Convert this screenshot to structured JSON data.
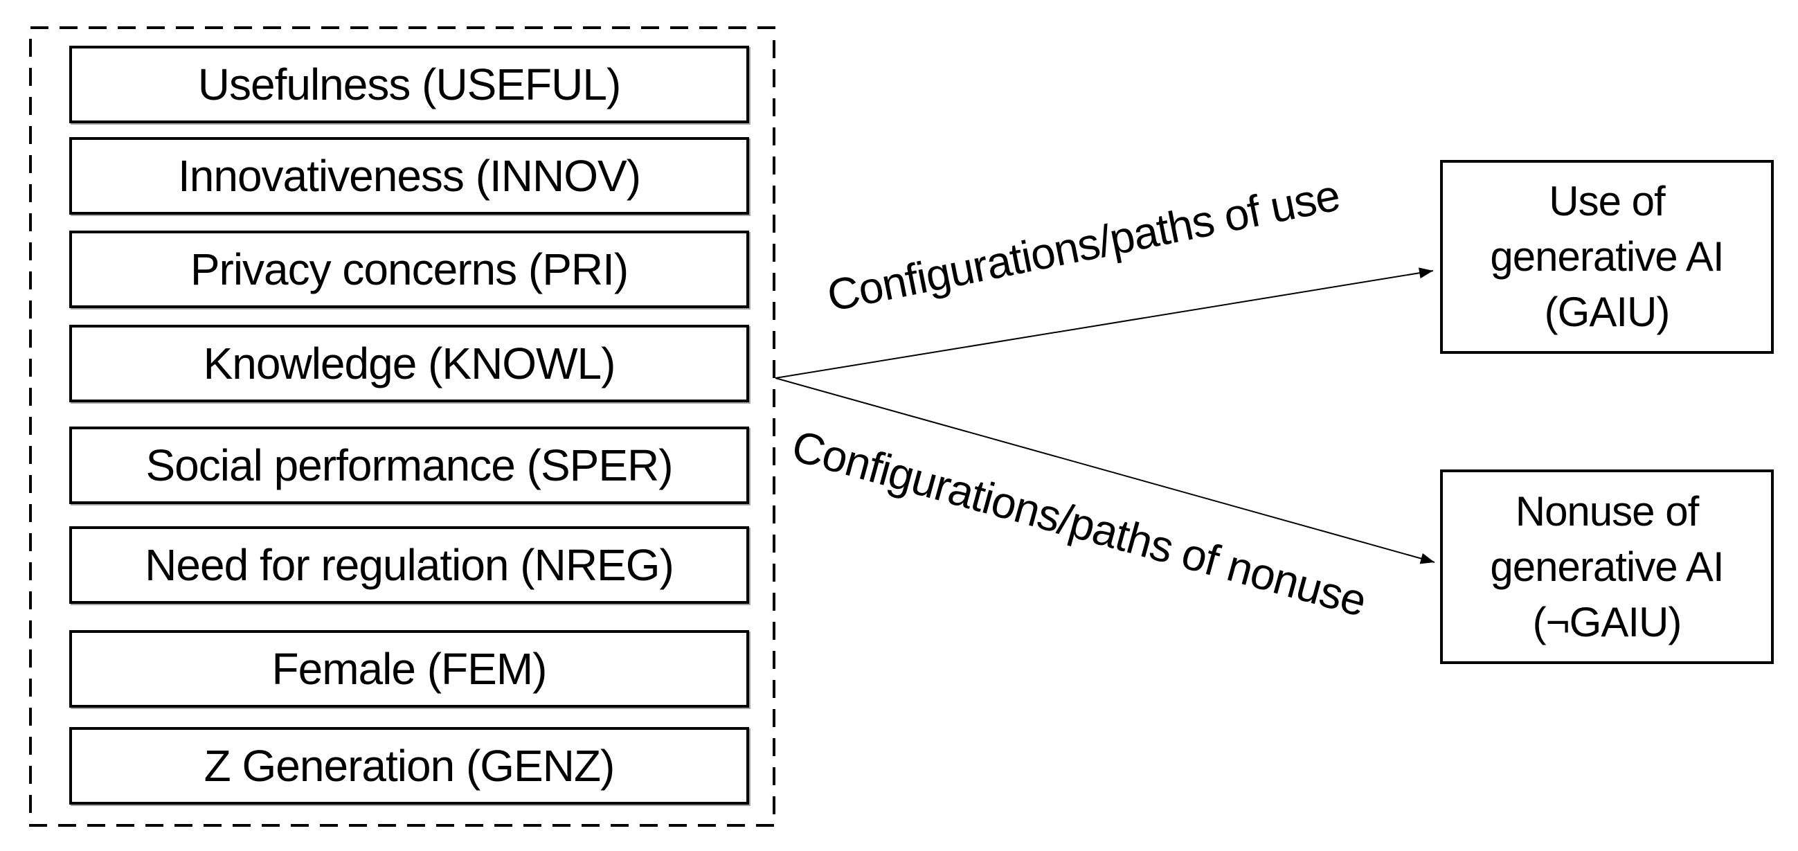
{
  "colors": {
    "ink": "#000000",
    "background": "#ffffff"
  },
  "diagram": {
    "conditions": [
      {
        "label": "Usefulness (USEFUL)"
      },
      {
        "label": "Innovativeness (INNOV)"
      },
      {
        "label": "Privacy concerns (PRI)"
      },
      {
        "label": "Knowledge (KNOWL)"
      },
      {
        "label": "Social performance (SPER)"
      },
      {
        "label": "Need for regulation (NREG)"
      },
      {
        "label": "Female (FEM)"
      },
      {
        "label": "Z Generation (GENZ)"
      }
    ],
    "paths": [
      {
        "label": "Configurations/paths of use"
      },
      {
        "label": "Configurations/paths of nonuse"
      }
    ],
    "outcomes": [
      {
        "lines": [
          "Use of",
          "generative AI",
          "(GAIU)"
        ]
      },
      {
        "lines": [
          "Nonuse of",
          "generative AI",
          "(¬GAIU)"
        ]
      }
    ]
  }
}
